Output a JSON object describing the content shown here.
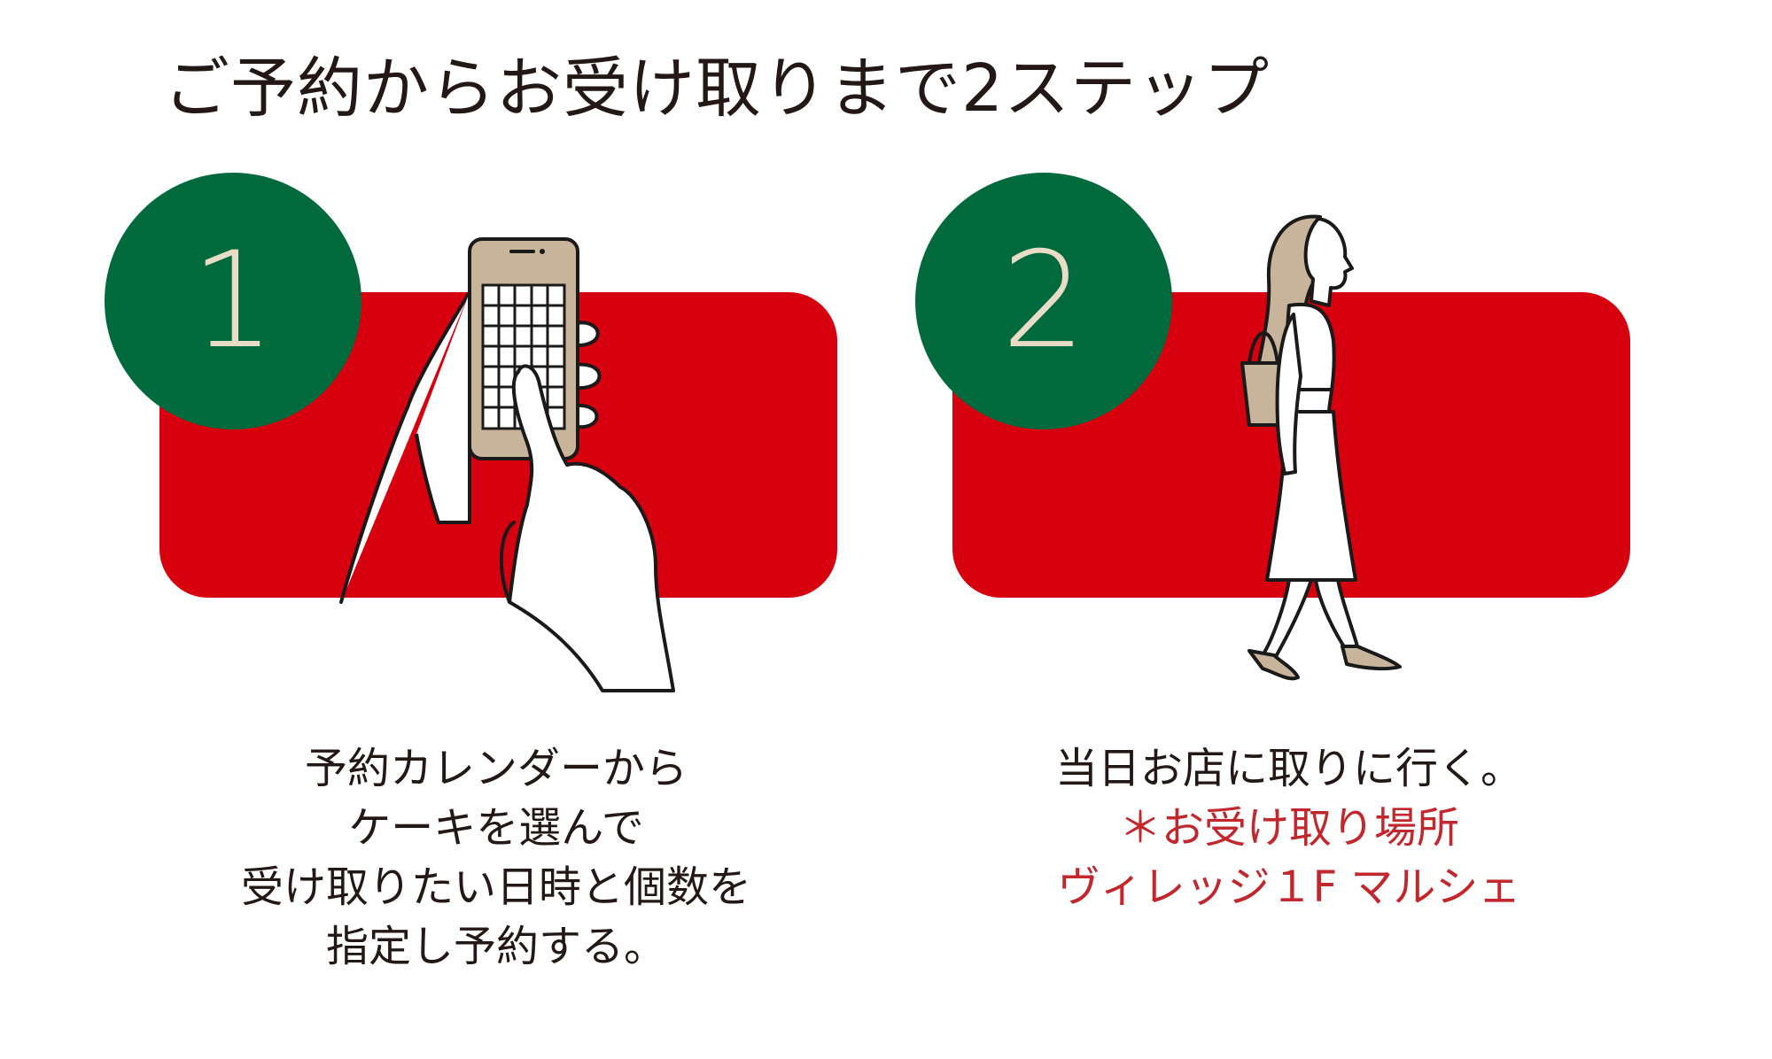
{
  "title": "ご予約からお受け取りまで2ステップ",
  "colors": {
    "red": "#d6000f",
    "green": "#006a3c",
    "badge_number": "#e9dcc7",
    "accent_text": "#c1272d",
    "illustration_fill": "#c8b49a"
  },
  "steps": [
    {
      "number": "1",
      "icon": "hand-phone-calendar-illustration",
      "lines": [
        "予約カレンダーから",
        "ケーキを選んで",
        "受け取りたい日時と個数を",
        "指定し予約する。"
      ]
    },
    {
      "number": "2",
      "icon": "walking-woman-illustration",
      "lines": [
        "当日お店に取りに行く。"
      ],
      "accent_lines": [
        "＊お受け取り場所",
        "ヴィレッジ１F マルシェ"
      ]
    }
  ]
}
